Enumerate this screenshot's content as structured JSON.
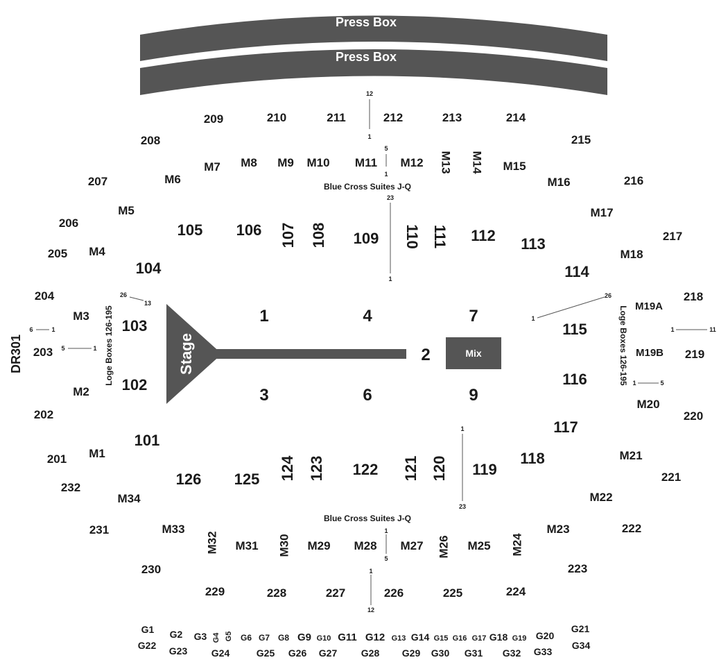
{
  "press_boxes": [
    "Press Box",
    "Press Box"
  ],
  "stage_label": "Stage",
  "mix_label": "Mix",
  "suites": [
    "Blue Cross Suites J-Q",
    "Blue Cross Suites J-Q"
  ],
  "loge": [
    "Loge Boxes 126-195",
    "Loge Boxes 126-195"
  ],
  "dr_label": "DR301",
  "floor_sections": [
    "1",
    "2",
    "3",
    "4",
    "6",
    "7",
    "9"
  ],
  "lower_sections": [
    "101",
    "102",
    "103",
    "104",
    "105",
    "106",
    "107",
    "108",
    "109",
    "110",
    "111",
    "112",
    "113",
    "114",
    "115",
    "116",
    "117",
    "118",
    "119",
    "120",
    "121",
    "122",
    "123",
    "124",
    "125",
    "126"
  ],
  "mezz_sections": [
    "M1",
    "M2",
    "M3",
    "M4",
    "M5",
    "M6",
    "M7",
    "M8",
    "M9",
    "M10",
    "M11",
    "M12",
    "M13",
    "M14",
    "M15",
    "M16",
    "M17",
    "M18",
    "M19A",
    "M19B",
    "M20",
    "M21",
    "M22",
    "M23",
    "M24",
    "M25",
    "M26",
    "M27",
    "M28",
    "M29",
    "M30",
    "M31",
    "M32",
    "M33",
    "M34"
  ],
  "upper_sections": [
    "201",
    "202",
    "203",
    "204",
    "205",
    "206",
    "207",
    "208",
    "209",
    "210",
    "211",
    "212",
    "213",
    "214",
    "215",
    "216",
    "217",
    "218",
    "219",
    "220",
    "221",
    "222",
    "223",
    "224",
    "225",
    "226",
    "227",
    "228",
    "229",
    "230",
    "231",
    "232"
  ],
  "g_sections": [
    "G1",
    "G2",
    "G3",
    "G4",
    "G5",
    "G6",
    "G7",
    "G8",
    "G9",
    "G10",
    "G11",
    "G12",
    "G13",
    "G14",
    "G15",
    "G16",
    "G17",
    "G18",
    "G19",
    "G20",
    "G21",
    "G22",
    "G23",
    "G24",
    "G25",
    "G26",
    "G27",
    "G28",
    "G29",
    "G30",
    "G31",
    "G32",
    "G33",
    "G34"
  ],
  "row_markers": [
    "12",
    "1",
    "5",
    "1",
    "23",
    "1",
    "26",
    "13",
    "6",
    "1",
    "5",
    "1",
    "26",
    "1",
    "1",
    "11",
    "1",
    "5",
    "1",
    "23",
    "1",
    "5",
    "1",
    "12"
  ],
  "colors": {
    "fill": "#555555",
    "text": "#1a1a1a",
    "background": "#ffffff"
  }
}
